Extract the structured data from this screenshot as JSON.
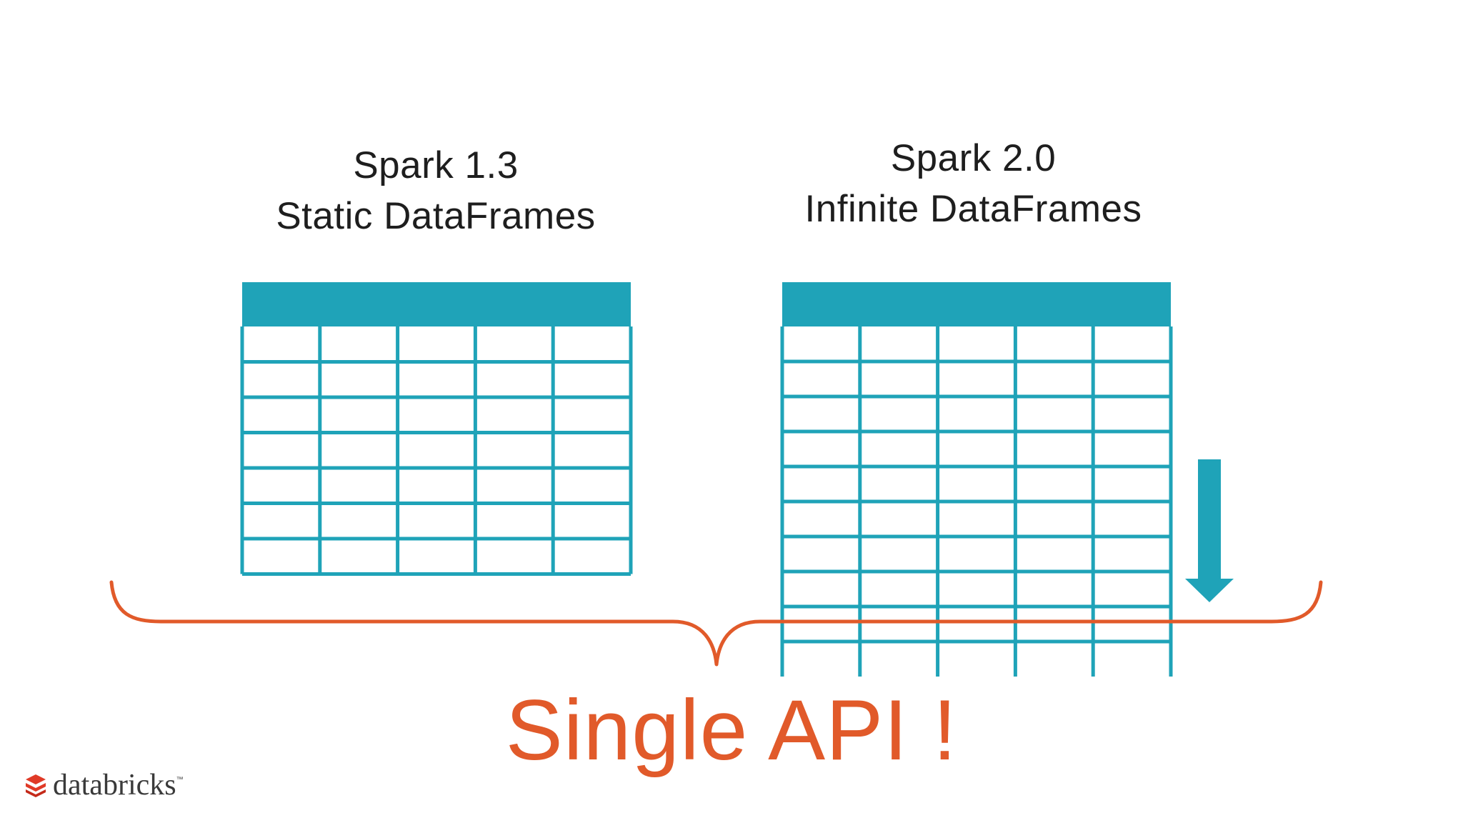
{
  "left_panel": {
    "title_line1": "Spark 1.3",
    "title_line2": "Static DataFrames",
    "columns": 5,
    "rows": 7
  },
  "right_panel": {
    "title_line1": "Spark 2.0",
    "title_line2": "Infinite DataFrames",
    "columns": 5,
    "rows": 10
  },
  "tagline": "Single API !",
  "logo": {
    "name": "databricks",
    "trademark": "™"
  },
  "colors": {
    "table_teal": "#1fa3b8",
    "brace_orange": "#e15a2a",
    "tagline_orange": "#e15a2a",
    "logo_red": "#e03a27",
    "text_dark": "#1e1e1e"
  }
}
